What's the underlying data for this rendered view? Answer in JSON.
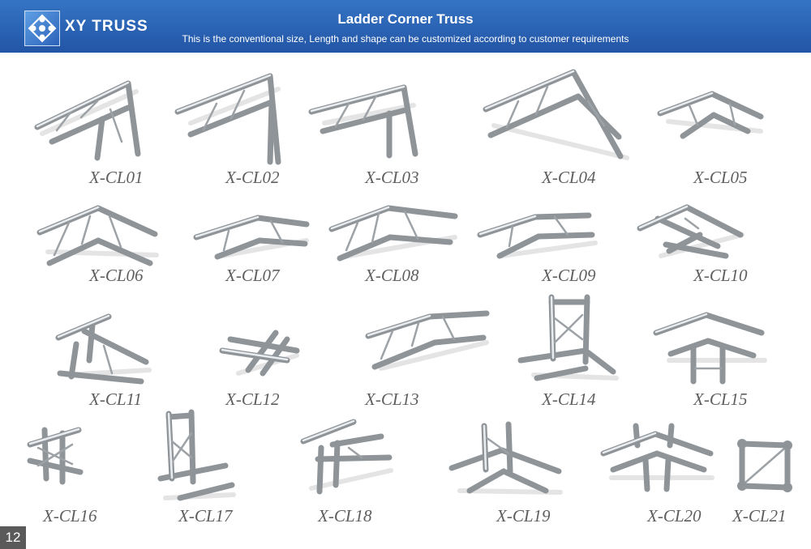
{
  "header": {
    "brand": "XY TRUSS",
    "title": "Ladder Corner Truss",
    "subtitle": "This is the conventional size, Length and shape can be customized according to customer requirements"
  },
  "page_number": "12",
  "colors": {
    "header_bg": "#2b5fb0",
    "tube": "#8f9499",
    "label": "#5f5f5f"
  },
  "products": [
    {
      "code": "X-CL01"
    },
    {
      "code": "X-CL02"
    },
    {
      "code": "X-CL03"
    },
    {
      "code": "X-CL04"
    },
    {
      "code": "X-CL05"
    },
    {
      "code": "X-CL06"
    },
    {
      "code": "X-CL07"
    },
    {
      "code": "X-CL08"
    },
    {
      "code": "X-CL09"
    },
    {
      "code": "X-CL10"
    },
    {
      "code": "X-CL11"
    },
    {
      "code": "X-CL12"
    },
    {
      "code": "X-CL13"
    },
    {
      "code": "X-CL14"
    },
    {
      "code": "X-CL15"
    },
    {
      "code": "X-CL16"
    },
    {
      "code": "X-CL17"
    },
    {
      "code": "X-CL18"
    },
    {
      "code": "X-CL19"
    },
    {
      "code": "X-CL20"
    },
    {
      "code": "X-CL21"
    }
  ]
}
